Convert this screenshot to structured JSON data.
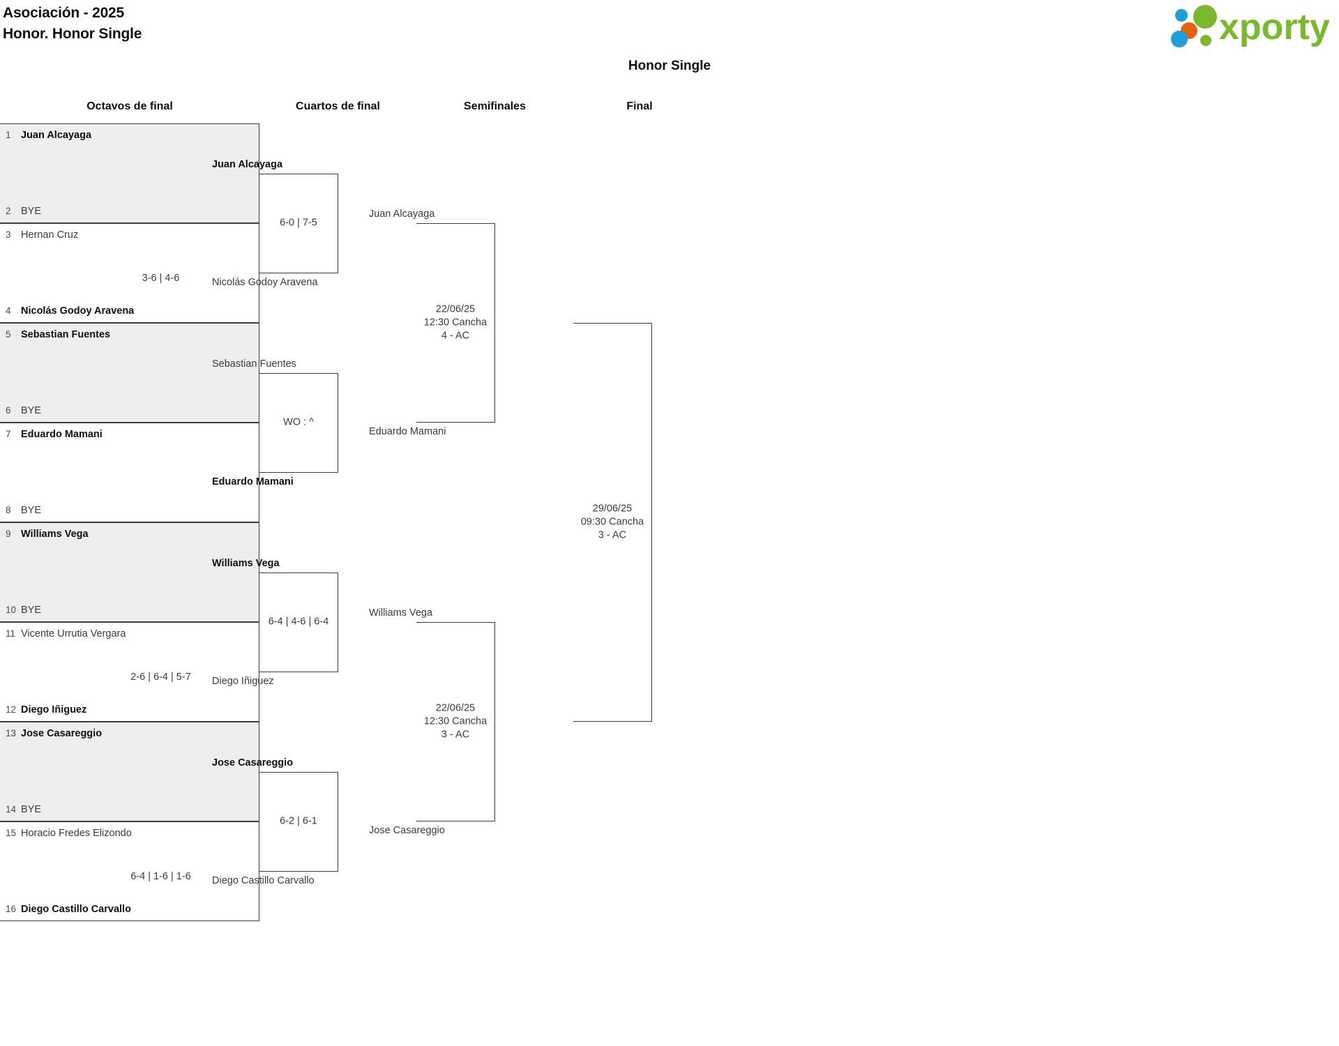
{
  "header": {
    "title": "Asociación - 2025\nHonor. Honor Single",
    "logo_text": "xporty",
    "logo_colors": {
      "green": "#7ab92d",
      "blue": "#1f9ed9",
      "orange": "#e2640f"
    }
  },
  "event": {
    "title": "Honor Single"
  },
  "rounds": [
    {
      "label": "Octavos de final"
    },
    {
      "label": "Cuartos de final"
    },
    {
      "label": "Semifinales"
    },
    {
      "label": "Final"
    }
  ],
  "round_of_16": [
    {
      "seed_top": "1",
      "top": "Juan Alcayaga",
      "top_win": true,
      "seed_bot": "2",
      "bottom": "BYE",
      "bottom_win": false,
      "score": "",
      "shaded": true
    },
    {
      "seed_top": "3",
      "top": "Hernan Cruz",
      "top_win": false,
      "seed_bot": "4",
      "bottom": "Nicolás Godoy Aravena",
      "bottom_win": true,
      "score": "3-6 | 4-6",
      "shaded": false
    },
    {
      "seed_top": "5",
      "top": "Sebastian Fuentes",
      "top_win": true,
      "seed_bot": "6",
      "bottom": "BYE",
      "bottom_win": false,
      "score": "",
      "shaded": true
    },
    {
      "seed_top": "7",
      "top": "Eduardo Mamani",
      "top_win": true,
      "seed_bot": "8",
      "bottom": "BYE",
      "bottom_win": false,
      "score": "",
      "shaded": false
    },
    {
      "seed_top": "9",
      "top": "Williams Vega",
      "top_win": true,
      "seed_bot": "10",
      "bottom": "BYE",
      "bottom_win": false,
      "score": "",
      "shaded": true
    },
    {
      "seed_top": "11",
      "top": "Vicente Urrutia Vergara",
      "top_win": false,
      "seed_bot": "12",
      "bottom": "Diego Iñiguez",
      "bottom_win": true,
      "score": "2-6 | 6-4 | 5-7",
      "shaded": false
    },
    {
      "seed_top": "13",
      "top": "Jose Casareggio",
      "top_win": true,
      "seed_bot": "14",
      "bottom": "BYE",
      "bottom_win": false,
      "score": "",
      "shaded": true
    },
    {
      "seed_top": "15",
      "top": "Horacio Fredes Elizondo",
      "top_win": false,
      "seed_bot": "16",
      "bottom": "Diego Castillo Carvallo",
      "bottom_win": true,
      "score": "6-4 | 1-6 | 1-6",
      "shaded": false
    }
  ],
  "quarter_finals": [
    {
      "top": "Juan Alcayaga",
      "top_win": true,
      "bottom": "Nicolás Godoy Aravena",
      "bottom_win": false,
      "score": "6-0 | 7-5"
    },
    {
      "top": "Sebastian Fuentes",
      "top_win": false,
      "bottom": "Eduardo Mamani",
      "bottom_win": true,
      "score": "WO : ^"
    },
    {
      "top": "Williams Vega",
      "top_win": true,
      "bottom": "Diego Iñiguez",
      "bottom_win": false,
      "score": "6-4 | 4-6 | 6-4"
    },
    {
      "top": "Jose Casareggio",
      "top_win": true,
      "bottom": "Diego Castillo Carvallo",
      "bottom_win": false,
      "score": "6-2 | 6-1"
    }
  ],
  "semi_finals": [
    {
      "top": "Juan Alcayaga",
      "top_win": false,
      "bottom": "Eduardo Mamani",
      "bottom_win": false,
      "score": "22/06/25 12:30 Cancha 4 - AC"
    },
    {
      "top": "Williams Vega",
      "top_win": false,
      "bottom": "Jose Casareggio",
      "bottom_win": false,
      "score": "22/06/25 12:30 Cancha 3 - AC"
    }
  ],
  "final": [
    {
      "top": "",
      "top_win": false,
      "bottom": "",
      "bottom_win": false,
      "score": "29/06/25 09:30 Cancha 3 - AC"
    }
  ]
}
